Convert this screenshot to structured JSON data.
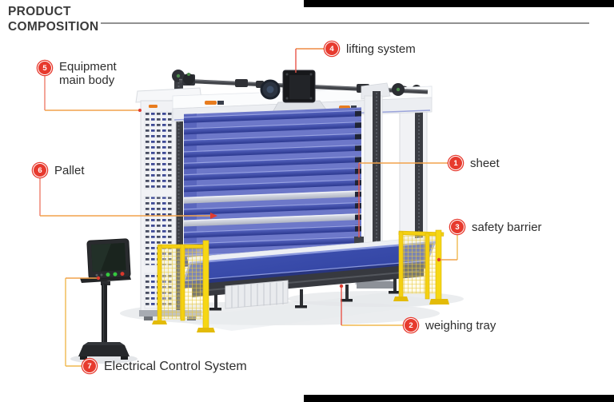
{
  "header": {
    "title_line1": "PRODUCT",
    "title_line2": "COMPOSITION"
  },
  "callouts": [
    {
      "number": "1",
      "label": "sheet"
    },
    {
      "number": "2",
      "label": "weighing tray"
    },
    {
      "number": "3",
      "label": "safety barrier"
    },
    {
      "number": "4",
      "label": "lifting system"
    },
    {
      "number": "5",
      "label": "Equipment main body"
    },
    {
      "number": "6",
      "label": "Pallet"
    },
    {
      "number": "7",
      "label": "Electrical Control System"
    }
  ],
  "colors": {
    "badge_red": "#e73a2e",
    "leader_orange": "#f2a24b",
    "leader_red": "#e8564a",
    "sheet_blue": "#4a57b8",
    "tray_blue": "#3a4dac",
    "safety_yellow": "#f4d011",
    "title_gray": "#3b3b3b"
  }
}
